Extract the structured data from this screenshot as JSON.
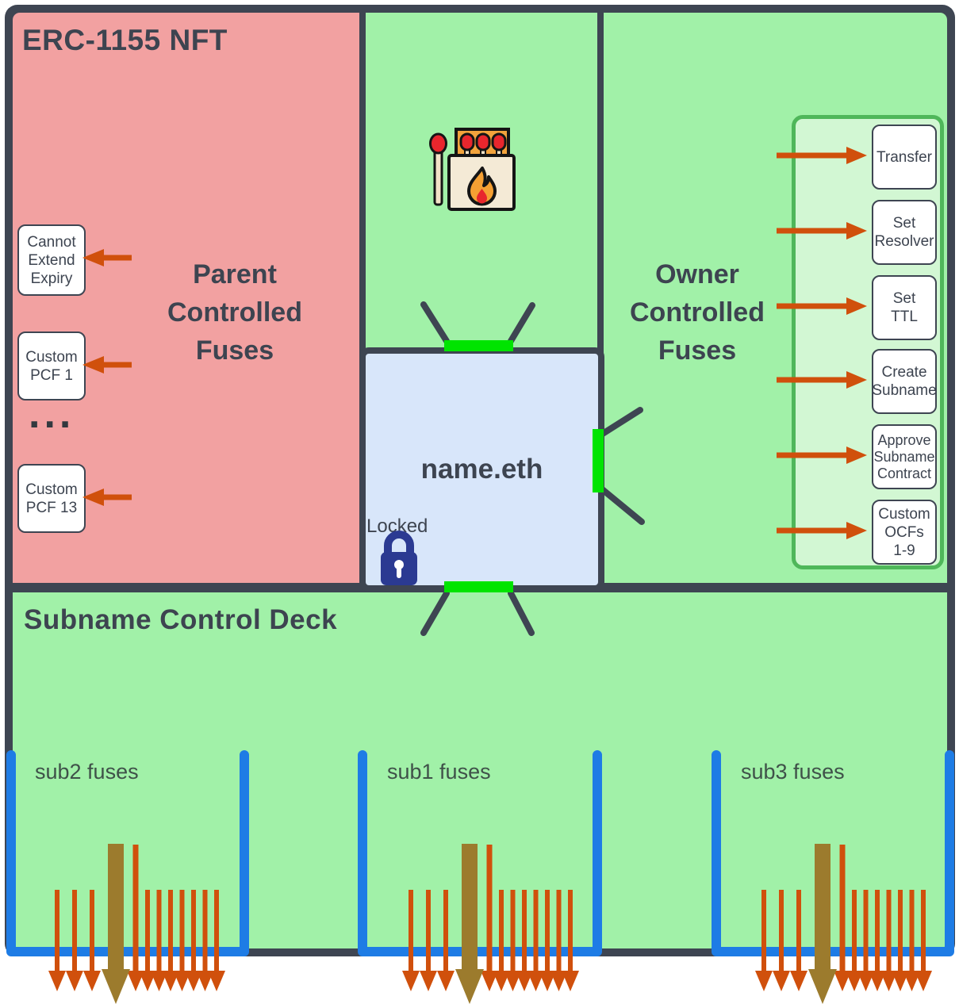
{
  "header": {
    "title": "ERC-1155 NFT"
  },
  "parent_section": {
    "title": "Parent\nControlled\nFuses",
    "ellipsis": "...",
    "fuse_boxes": [
      {
        "label": "Cannot\nExtend\nExpiry"
      },
      {
        "label": "Custom\nPCF 1"
      },
      {
        "label": "Custom\nPCF 13"
      }
    ]
  },
  "owner_section": {
    "title": "Owner\nControlled\nFuses",
    "fuse_boxes": [
      {
        "label": "Transfer"
      },
      {
        "label": "Set\nResolver"
      },
      {
        "label": "Set\nTTL"
      },
      {
        "label": "Create\nSubname"
      },
      {
        "label": "Approve\nSubname\nContract"
      },
      {
        "label": "Custom\nOCFs\n1-9"
      }
    ]
  },
  "wrapped_name": {
    "label": "name.eth",
    "status": "Locked"
  },
  "subname_section": {
    "title": "Subname Control Deck",
    "decks": [
      {
        "label": "sub2 fuses"
      },
      {
        "label": "sub1 fuses"
      },
      {
        "label": "sub3 fuses"
      }
    ]
  },
  "colors": {
    "frame_dark": "#3E4552",
    "parent_pink": "#F2A1A1",
    "green": "#A1F1A8",
    "owner_panel_green": "#D2F7D3",
    "owner_panel_border": "#4FB75A",
    "fuse_slot_green": "#00E400",
    "name_box_blue": "#D8E6FA",
    "deck_blue": "#1E7CE5",
    "arrow_orange": "#D0500C",
    "burn_arrow_brown": "#9C7B2D",
    "lock_navy": "#2B3A92"
  }
}
